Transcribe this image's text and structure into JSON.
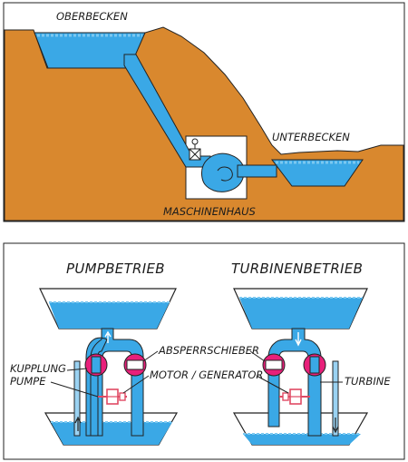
{
  "top_panel": {
    "oberbecken": "OBERBECKEN",
    "unterbecken": "UNTERBECKEN",
    "maschinenhaus": "MASCHINENHAUS"
  },
  "bottom_panel": {
    "pumpbetrieb": "PUMPBETRIEB",
    "turbinenbetrieb": "TURBINENBETRIEB",
    "absperrschieber": "ABSPERRSCHIEBER",
    "motor_generator": "MOTOR / GENERATOR",
    "kupplung": "KUPPLUNG",
    "pumpe": "PUMPE",
    "turbine": "TURBINE"
  },
  "colors": {
    "earth": "#d9882e",
    "water": "#3aa8e6",
    "water_surface": "#7cc8f0",
    "outline": "#222222",
    "valve_pink": "#e8207a",
    "machine_red": "#e04a64"
  }
}
